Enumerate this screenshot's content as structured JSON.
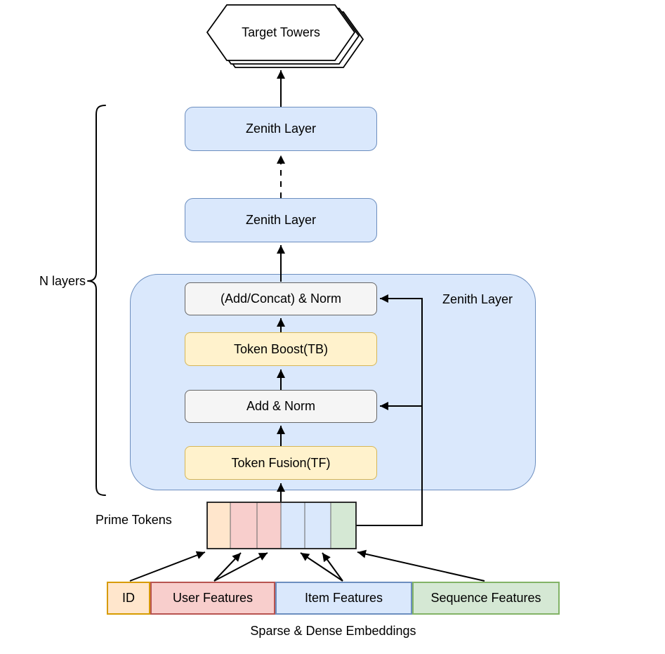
{
  "diagram": {
    "nodes": {
      "target_towers": "Target Towers",
      "zenith_top": "Zenith Layer",
      "zenith_mid": "Zenith Layer",
      "zenith_container": "Zenith Layer",
      "add_concat_norm": "(Add/Concat) & Norm",
      "token_boost": "Token Boost(TB)",
      "add_norm": "Add & Norm",
      "token_fusion": "Token Fusion(TF)"
    },
    "labels": {
      "n_layers": "N layers",
      "prime_tokens": "Prime Tokens",
      "caption": "Sparse & Dense Embeddings"
    },
    "embeddings": [
      {
        "label": "ID",
        "fill": "#FFE6CC",
        "border": "#D79B00"
      },
      {
        "label": "User Features",
        "fill": "#F8CECC",
        "border": "#B85450"
      },
      {
        "label": "Item Features",
        "fill": "#DAE8FC",
        "border": "#6C8EBF"
      },
      {
        "label": "Sequence Features",
        "fill": "#D5E8D4",
        "border": "#82B366"
      }
    ],
    "prime_token_segments": [
      {
        "name": "id-token",
        "color": "#FFE6CC"
      },
      {
        "name": "user-token-1",
        "color": "#F8CECC"
      },
      {
        "name": "user-token-2",
        "color": "#F8CECC"
      },
      {
        "name": "item-token-1",
        "color": "#DAE8FC"
      },
      {
        "name": "item-token-2",
        "color": "#DAE8FC"
      },
      {
        "name": "sequence-token",
        "color": "#D5E8D4"
      }
    ],
    "colors": {
      "blue_fill": "#DAE8FC",
      "blue_border": "#6C8EBF",
      "yellow_fill": "#FFF2CC",
      "yellow_border": "#D6B656",
      "gray_fill": "#F5F5F5",
      "gray_border": "#666666",
      "line": "#000000",
      "hexagon_fill": "#FFFFFF",
      "hexagon_border": "#000000"
    }
  }
}
